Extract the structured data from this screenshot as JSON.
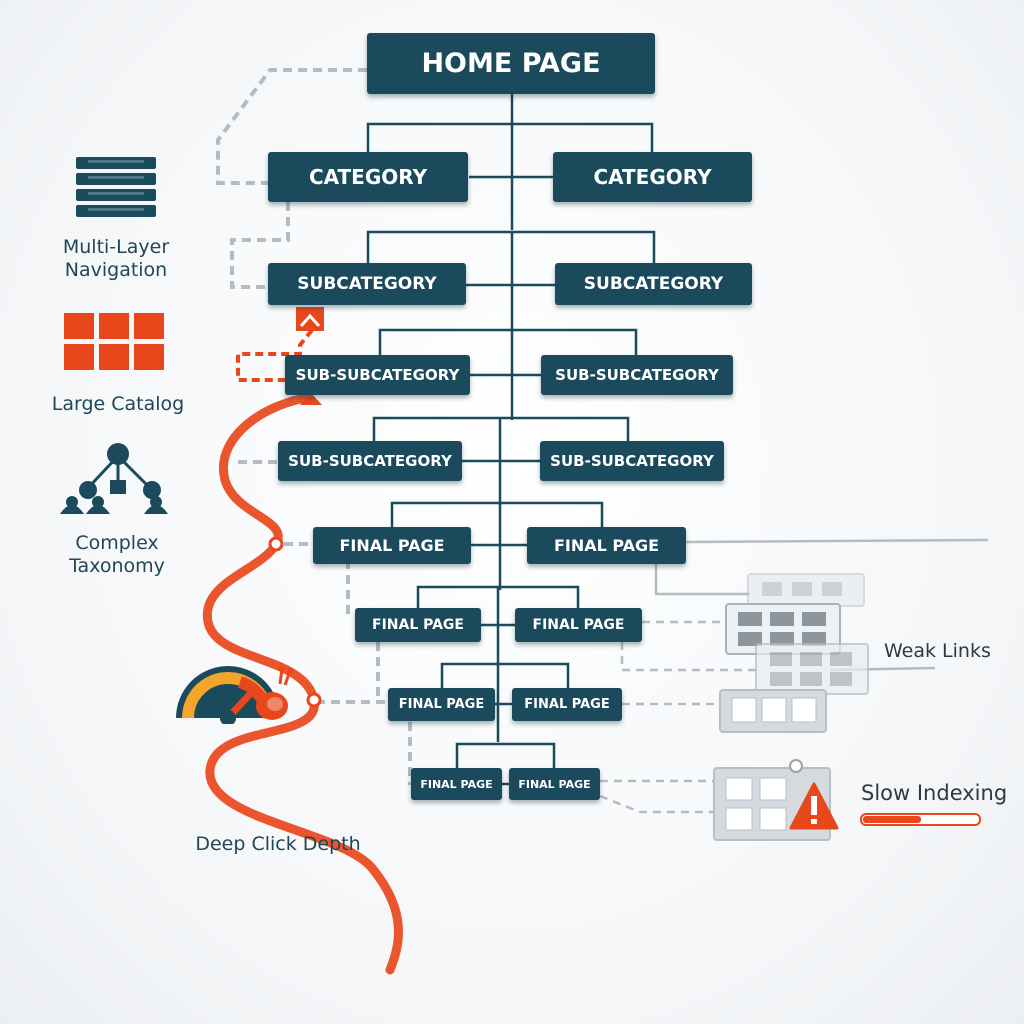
{
  "tree": {
    "home": "HOME PAGE",
    "category_left": "CATEGORY",
    "category_right": "CATEGORY",
    "subcategory_left": "SUBCATEGORY",
    "subcategory_right": "SUBCATEGORY",
    "subsub_1_left": "SUB-SUBCATEGORY",
    "subsub_1_right": "SUB-SUBCATEGORY",
    "subsub_2_left": "SUB-SUBCATEGORY",
    "subsub_2_right": "SUB-SUBCATEGORY",
    "final_1_left": "FINAL PAGE",
    "final_1_right": "FINAL PAGE",
    "final_2_left": "FINAL PAGE",
    "final_2_right": "FINAL PAGE",
    "final_3_left": "FINAL PAGE",
    "final_3_right": "FINAL PAGE",
    "final_4_left": "FINAL PAGE",
    "final_4_right": "FINAL PAGE"
  },
  "left_labels": {
    "multi_layer": "Multi-Layer Navigation",
    "large_catalog": "Large Catalog",
    "complex_taxonomy": "Complex Taxonomy",
    "deep_click_depth": "Deep Click Depth"
  },
  "right_labels": {
    "weak_links": "Weak Links",
    "slow_indexing": "Slow Indexing"
  },
  "colors": {
    "node": "#1b4a5c",
    "accent": "#e8471c",
    "connector": "#1b4a5c",
    "dashed": "#b4bcc3"
  },
  "icons": [
    "stacked-layers-icon",
    "grid-catalog-icon",
    "taxonomy-tree-icon",
    "speedometer-icon",
    "snail-icon",
    "warning-icon",
    "page-thumbnail-icon"
  ]
}
